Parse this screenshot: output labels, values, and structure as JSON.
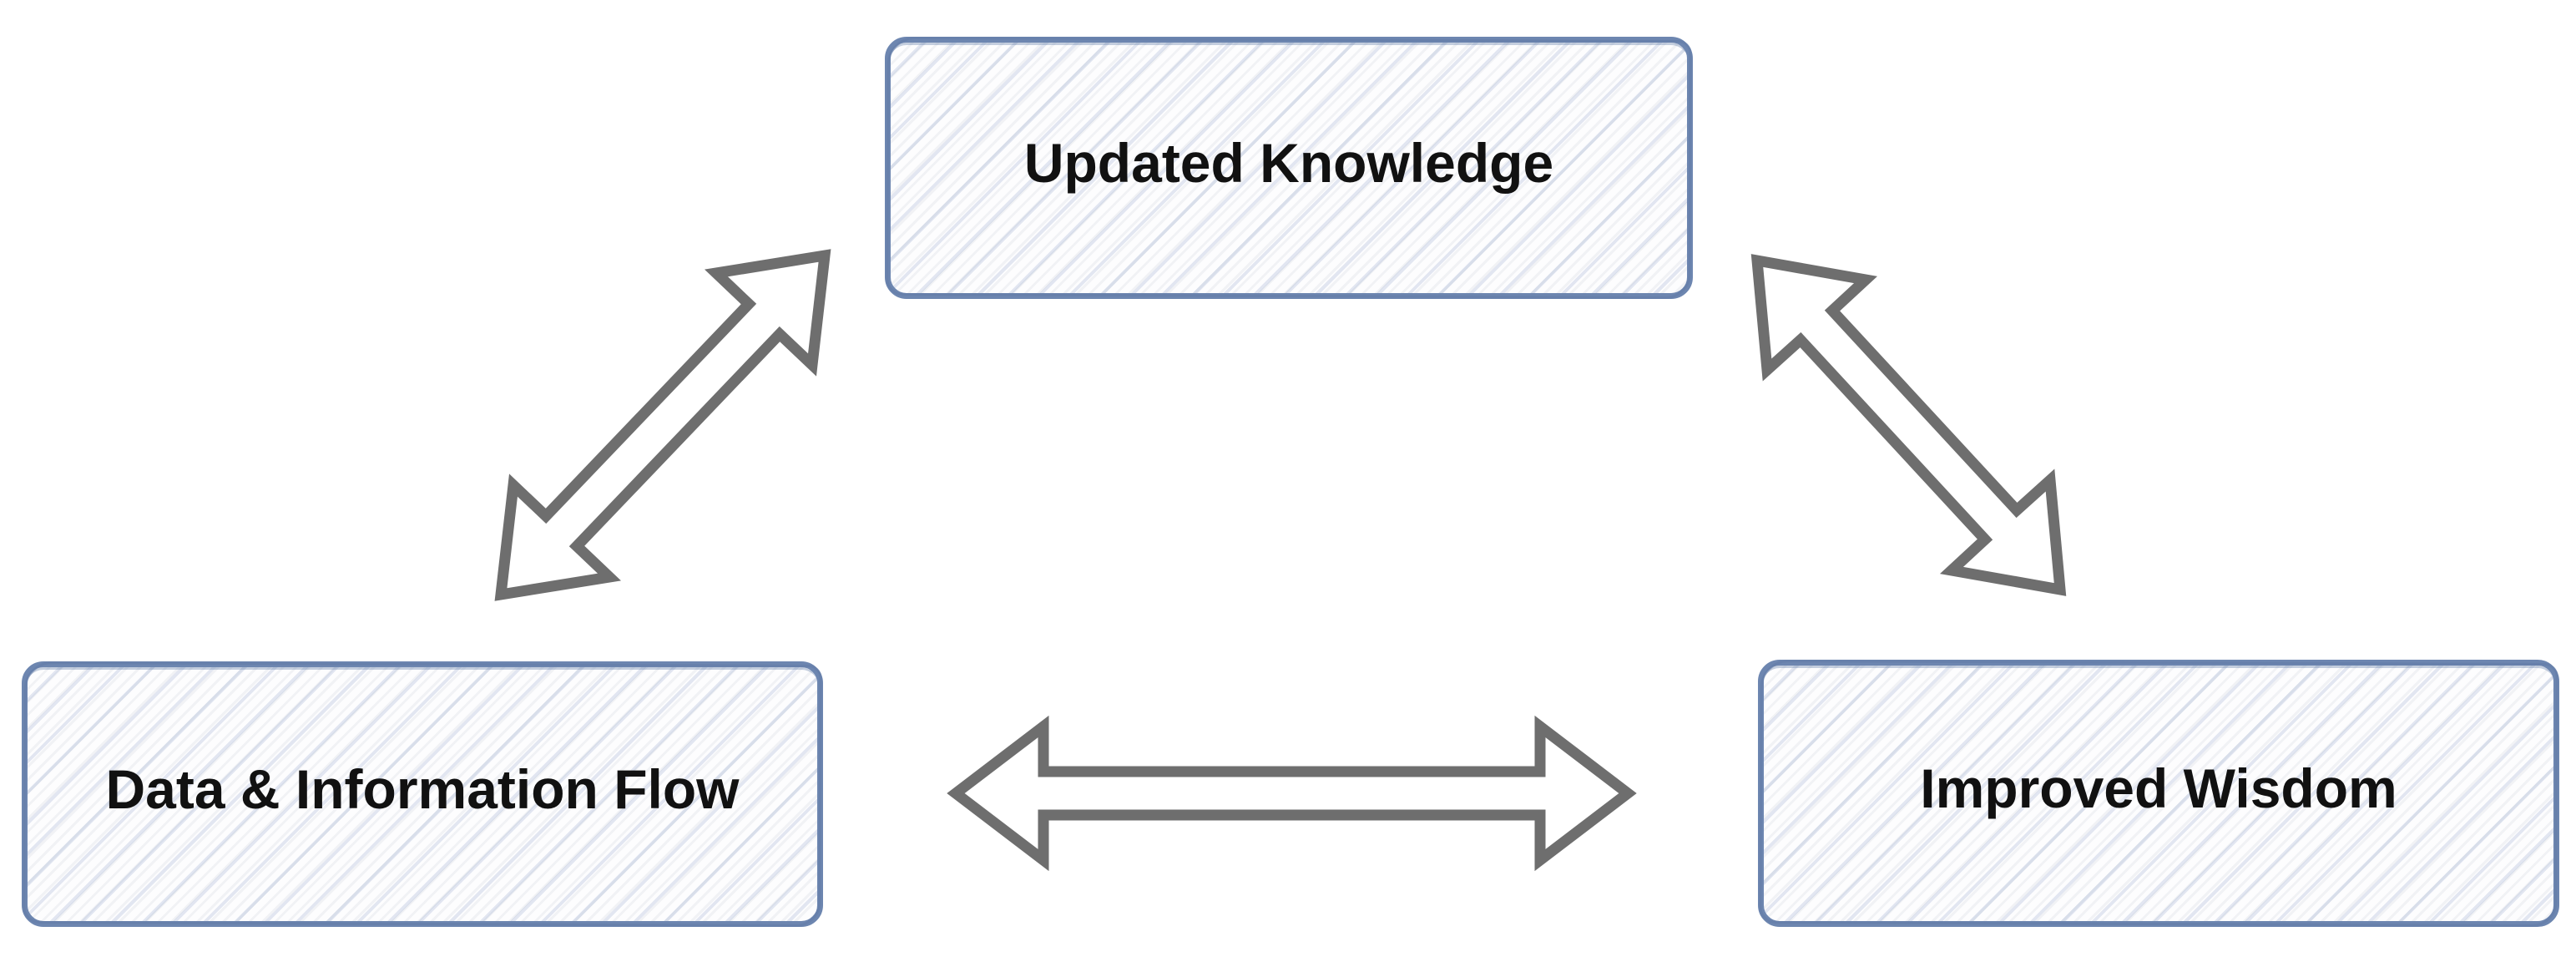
{
  "diagram": {
    "nodes": [
      {
        "id": "updated-knowledge",
        "label": "Updated Knowledge",
        "position": "top-center"
      },
      {
        "id": "data-information-flow",
        "label": "Data & Information Flow",
        "position": "bottom-left"
      },
      {
        "id": "improved-wisdom",
        "label": "Improved Wisdom",
        "position": "bottom-right"
      }
    ],
    "connectors": [
      {
        "id": "arrow-left-diagonal",
        "type": "double-headed-arrow",
        "from": "data-information-flow",
        "to": "updated-knowledge"
      },
      {
        "id": "arrow-right-diagonal",
        "type": "double-headed-arrow",
        "from": "updated-knowledge",
        "to": "improved-wisdom"
      },
      {
        "id": "arrow-horizontal",
        "type": "double-headed-arrow",
        "from": "data-information-flow",
        "to": "improved-wisdom"
      }
    ],
    "colors": {
      "box_border": "#6d86b0",
      "box_hatch": "#ccd7e8",
      "arrow": "#6e6e6e",
      "text": "#111111",
      "background": "#ffffff"
    }
  }
}
